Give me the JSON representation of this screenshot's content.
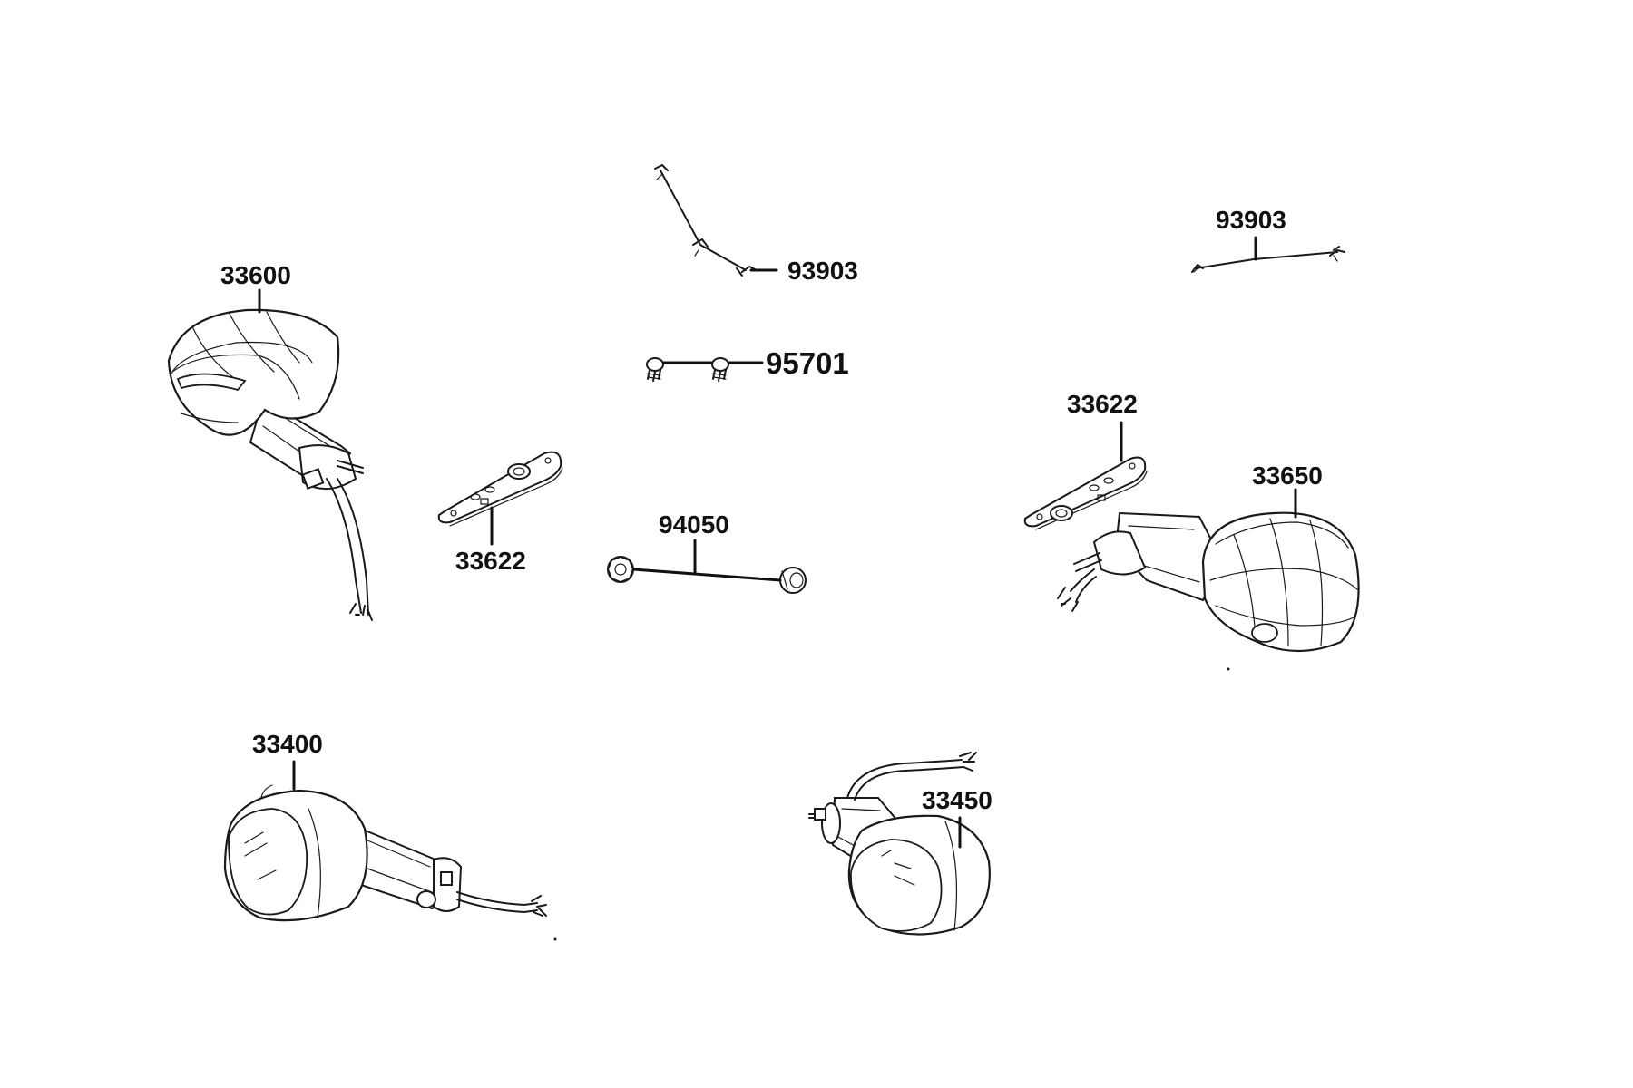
{
  "diagram": {
    "labels": {
      "p33600": "33600",
      "p93903_left": "93903",
      "p93903_right": "93903",
      "p95701": "95701",
      "p33622_left": "33622",
      "p33622_right": "33622",
      "p94050": "94050",
      "p33650": "33650",
      "p33400": "33400",
      "p33450": "33450"
    },
    "ink_color": "#1a1a1a",
    "background_color": "#ffffff"
  }
}
